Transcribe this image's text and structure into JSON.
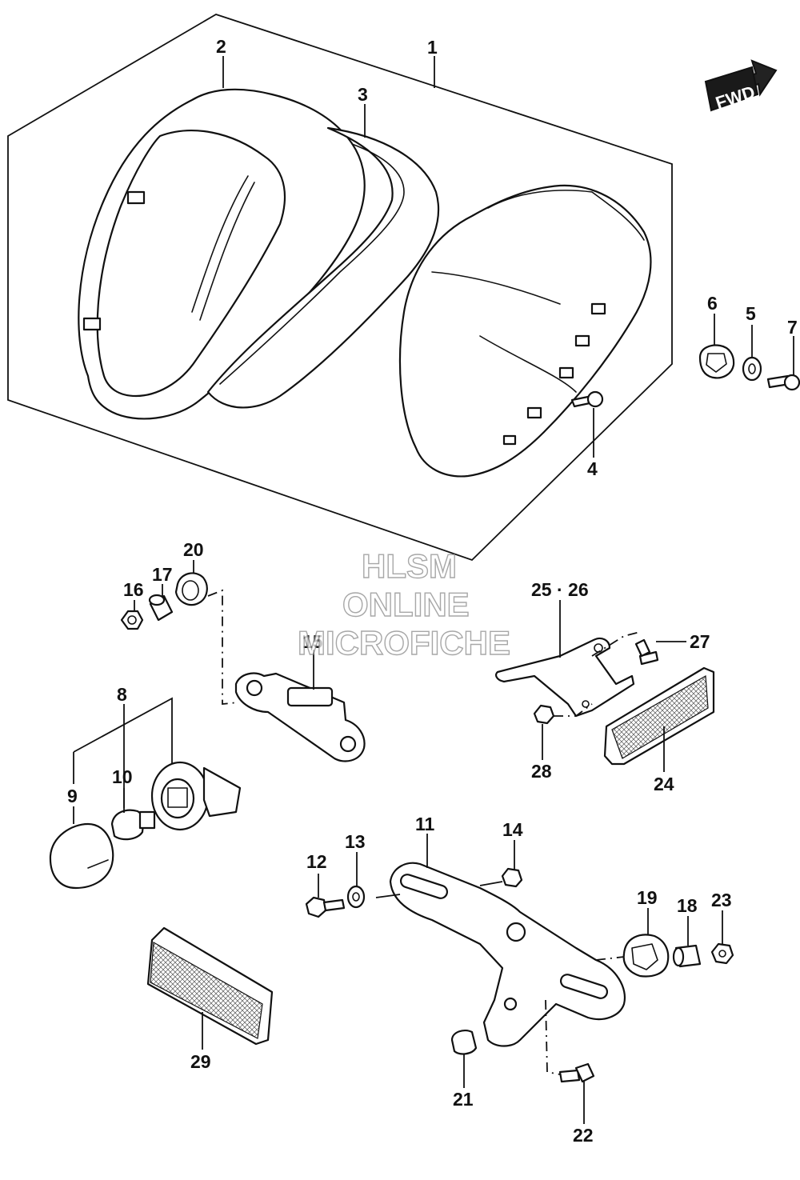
{
  "diagram": {
    "fwd_label": "FWD",
    "callouts": [
      {
        "id": "1",
        "text": "1"
      },
      {
        "id": "2",
        "text": "2"
      },
      {
        "id": "3",
        "text": "3"
      },
      {
        "id": "4",
        "text": "4"
      },
      {
        "id": "5",
        "text": "5"
      },
      {
        "id": "6",
        "text": "6"
      },
      {
        "id": "7",
        "text": "7"
      },
      {
        "id": "8",
        "text": "8"
      },
      {
        "id": "9",
        "text": "9"
      },
      {
        "id": "10",
        "text": "10"
      },
      {
        "id": "11",
        "text": "11"
      },
      {
        "id": "12",
        "text": "12"
      },
      {
        "id": "13",
        "text": "13"
      },
      {
        "id": "14",
        "text": "14"
      },
      {
        "id": "15",
        "text": "15"
      },
      {
        "id": "16",
        "text": "16"
      },
      {
        "id": "17",
        "text": "17"
      },
      {
        "id": "18",
        "text": "18"
      },
      {
        "id": "19",
        "text": "19"
      },
      {
        "id": "20",
        "text": "20"
      },
      {
        "id": "21",
        "text": "21"
      },
      {
        "id": "22",
        "text": "22"
      },
      {
        "id": "23",
        "text": "23"
      },
      {
        "id": "24",
        "text": "24"
      },
      {
        "id": "25-26",
        "text": "25 · 26"
      },
      {
        "id": "27",
        "text": "27"
      },
      {
        "id": "28",
        "text": "28"
      },
      {
        "id": "29",
        "text": "29"
      }
    ]
  },
  "watermark": {
    "line1": "HLSM",
    "line2": "ONLINE",
    "line3": "MICROFICHE"
  }
}
